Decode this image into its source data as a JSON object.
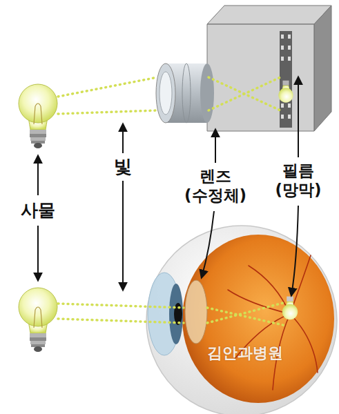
{
  "diagram": {
    "labels": [
      "사물",
      "빛",
      "렌즈 (수정체)",
      "필름 (망막)",
      "김안과병원"
    ]
  }
}
